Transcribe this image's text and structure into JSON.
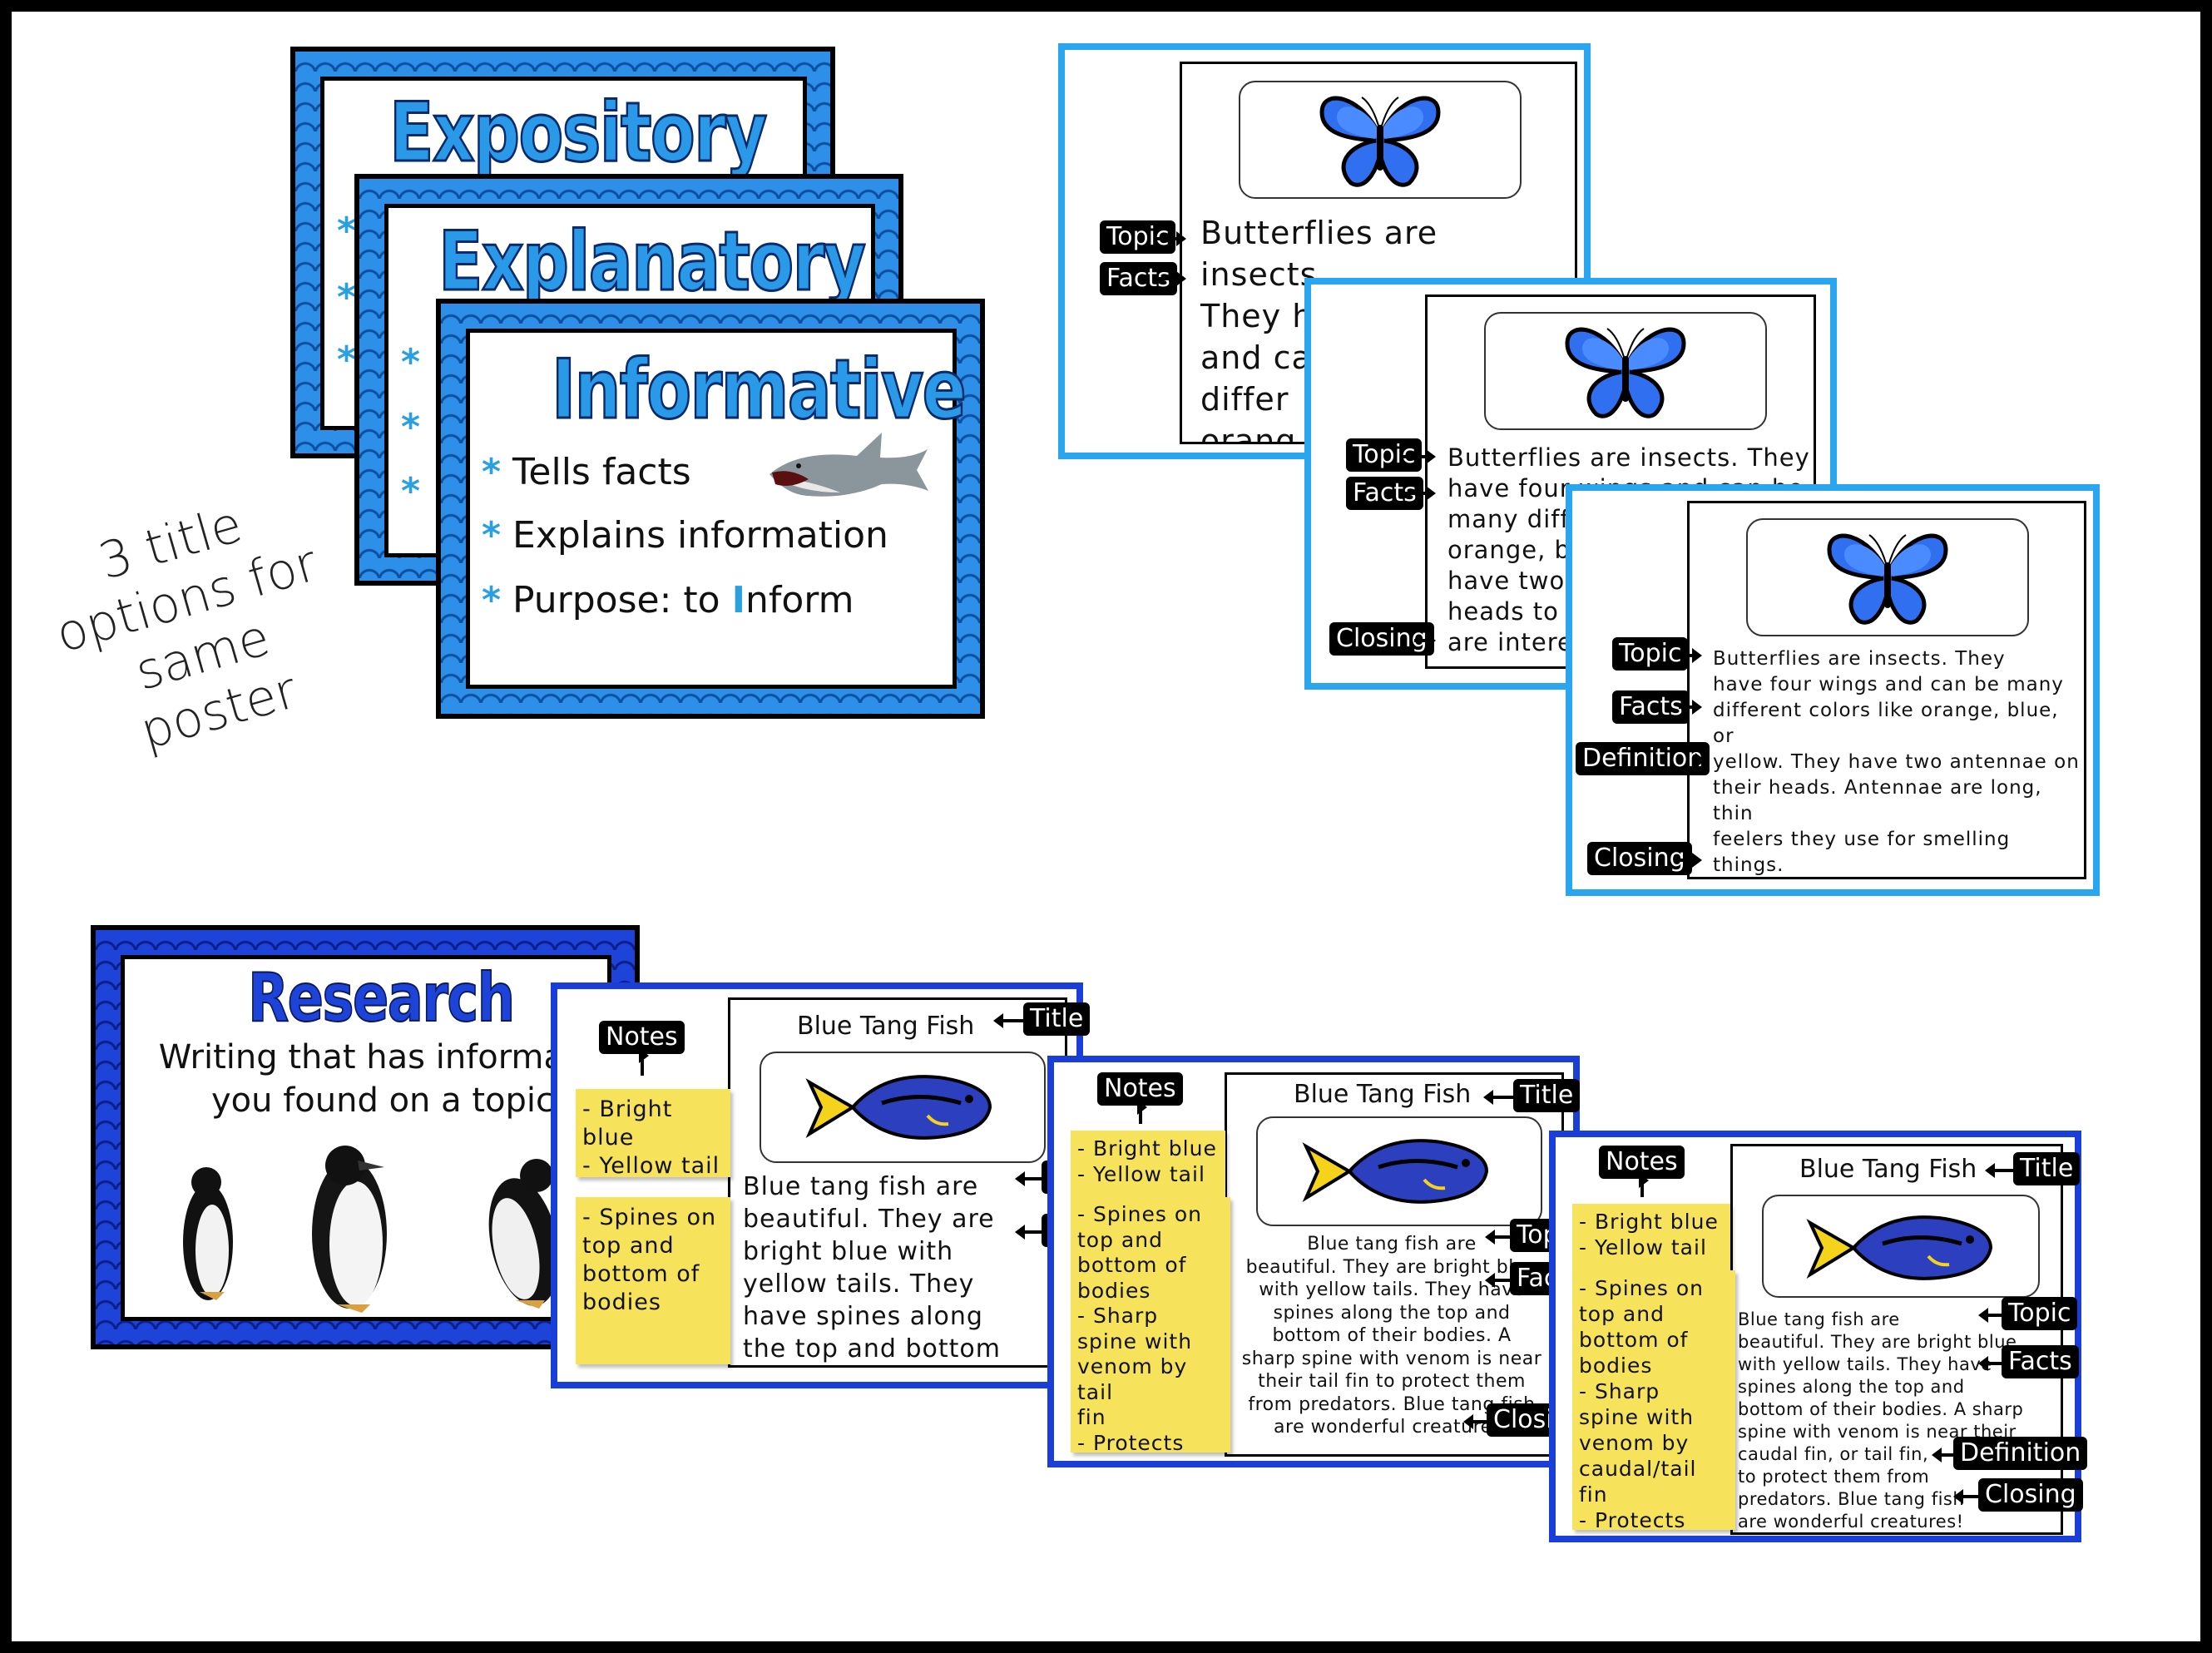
{
  "posters": {
    "expository": {
      "title": "Expository"
    },
    "explanatory": {
      "title": "Explanatory"
    },
    "informative": {
      "title": "Informative",
      "bullet_1": "Tells facts",
      "bullet_2": "Explains information",
      "bullet_3_prefix": "Purpose: to ",
      "bullet_3_highlight": "I",
      "bullet_3_suffix": "nform",
      "bullet_symbol": "*"
    }
  },
  "title_options_note": "3 title options\nfor same\nposter",
  "butterfly": {
    "card1": {
      "topic_label": "Topic",
      "facts_label": "Facts",
      "text": "Butterflies are insects.\nThey have four wings\nand ca\ndiffer\norang"
    },
    "card2": {
      "topic_label": "Topic",
      "facts_label": "Facts",
      "closing_label": "Closing",
      "text": "Butterflies are insects. They\nhave four wings and can be\nmany diffe\norange, bl\nhave two\nheads to s\nare intere"
    },
    "card3": {
      "topic_label": "Topic",
      "facts_label": "Facts",
      "definition_label": "Definition",
      "closing_label": "Closing",
      "text": "Butterflies are insects. They\nhave four wings and can be many\ndifferent colors like orange, blue, or\nyellow. They have two antennae on\ntheir heads. Antennae are long, thin\nfeelers they use for smelling things.\nButterflies also have a long skinny\ntongue that they use to drink nectar.\nButterflies are interesting animals!"
    }
  },
  "research": {
    "title": "Research",
    "subtitle": "Writing that has informatio\nyou found on a topic"
  },
  "fish": {
    "card1": {
      "notes_label": "Notes",
      "title_label": "Title",
      "topic_label": "To",
      "facts_label": "Fa",
      "title": "Blue Tang Fish",
      "sticky_1": "- Bright blue\n- Yellow tail",
      "sticky_2": "- Spines on\ntop and\nbottom of\nbodies",
      "text": "Blue tang fish are\nbeautiful. They are\nbright blue with\nyellow tails. They\nhave spines along\nthe top and bottom\nof their bodies."
    },
    "card2": {
      "notes_label": "Notes",
      "title_label": "Title",
      "topic_label": "Topi",
      "facts_label": "Fact",
      "closing_label": "Closin",
      "title": "Blue Tang Fish",
      "sticky_1": "- Bright blue\n- Yellow tail",
      "sticky_2": "- Spines on\ntop and\nbottom of\nbodies\n- Sharp\nspine with\nvenom by tail\nfin\n- Protects",
      "text": "Blue tang fish are\nbeautiful. They are bright blue\nwith yellow tails. They have\nspines along the top and\nbottom of their bodies. A\nsharp spine with venom is near\ntheir tail fin to protect them\nfrom predators. Blue tang fish\nare wonderful creatures!"
    },
    "card3": {
      "notes_label": "Notes",
      "title_label": "Title",
      "topic_label": "Topic",
      "facts_label": "Facts",
      "definition_label": "Definition",
      "closing_label": "Closing",
      "title": "Blue Tang Fish",
      "sticky_1": "- Bright blue\n- Yellow tail",
      "sticky_2": "- Spines on\ntop and\nbottom of\nbodies\n- Sharp\nspine with\nvenom by\ncaudal/tail fin\n- Protects",
      "text": "Blue tang fish are\nbeautiful. They are bright blue\nwith yellow tails. They have\nspines along the top and\nbottom of their bodies. A sharp\nspine with venom is near their\ncaudal fin, or tail fin,\nto protect them from\npredators. Blue tang fish\nare wonderful creatures!"
    }
  }
}
